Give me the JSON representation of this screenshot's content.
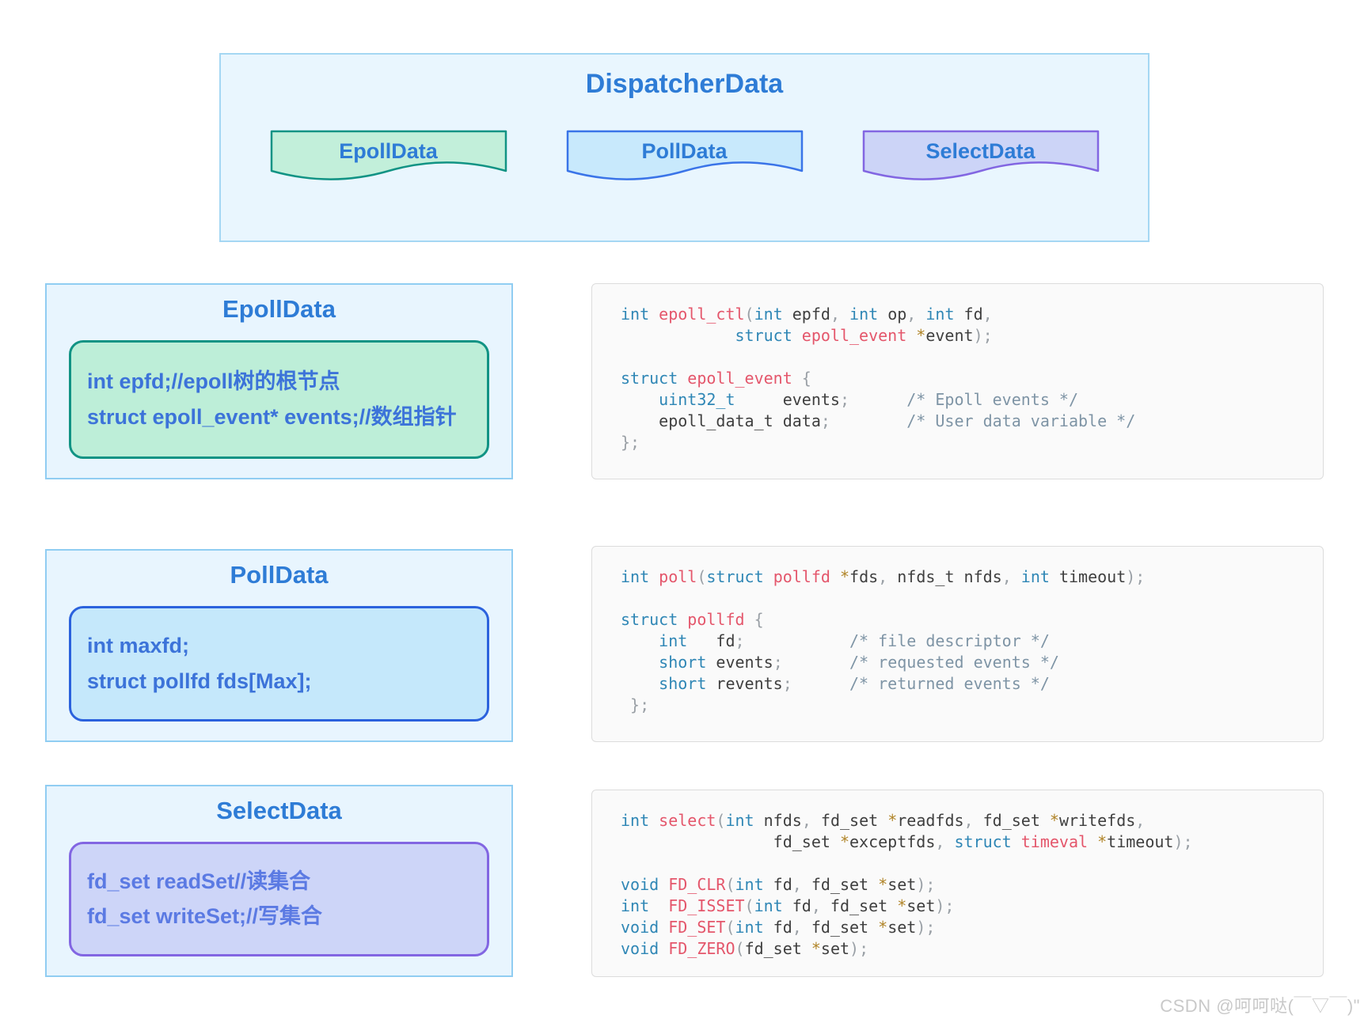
{
  "accent_color": "#2e7cd6",
  "dispatcher": {
    "title": "DispatcherData",
    "children": [
      {
        "label": "EpollData",
        "fill": "#c2efda",
        "border": "#119384"
      },
      {
        "label": "PollData",
        "fill": "#c8e9fc",
        "border": "#3a74e8"
      },
      {
        "label": "SelectData",
        "fill": "#ccd4f7",
        "border": "#8266e2"
      }
    ]
  },
  "sections": [
    {
      "title": "EpollData",
      "fields": [
        "int epfd;//epoll树的根节点",
        "struct epoll_event* events;//数组指针"
      ],
      "box": {
        "fill": "#bdeed8",
        "border": "#119384",
        "text_color": "#3c73d9"
      }
    },
    {
      "title": "PollData",
      "fields": [
        "int maxfd;",
        "struct pollfd fds[Max];"
      ],
      "box": {
        "fill": "#c5e8fb",
        "border": "#2b62dd",
        "text_color": "#3c73d9"
      }
    },
    {
      "title": "SelectData",
      "fields": [
        "fd_set readSet//读集合",
        "fd_set writeSet;//写集合"
      ],
      "box": {
        "fill": "#cdd5f8",
        "border": "#8266e2",
        "text_color": "#5b7ae3"
      }
    }
  ],
  "syntax_colors": {
    "kw": "#2e86b5",
    "fn": "#e4566b",
    "op": "#b08427",
    "pl": "#3f3f3f",
    "pu": "#9aa0a6",
    "cm": "#7e94a5"
  },
  "code_blocks": [
    {
      "id": "epoll",
      "lines": [
        [
          {
            "c": "kw",
            "t": "int"
          },
          {
            "c": "pl",
            "t": " "
          },
          {
            "c": "fn",
            "t": "epoll_ctl"
          },
          {
            "c": "pu",
            "t": "("
          },
          {
            "c": "kw",
            "t": "int"
          },
          {
            "c": "pl",
            "t": " epfd"
          },
          {
            "c": "pu",
            "t": ","
          },
          {
            "c": "pl",
            "t": " "
          },
          {
            "c": "kw",
            "t": "int"
          },
          {
            "c": "pl",
            "t": " op"
          },
          {
            "c": "pu",
            "t": ","
          },
          {
            "c": "pl",
            "t": " "
          },
          {
            "c": "kw",
            "t": "int"
          },
          {
            "c": "pl",
            "t": " fd"
          },
          {
            "c": "pu",
            "t": ","
          }
        ],
        [
          {
            "c": "pl",
            "t": "            "
          },
          {
            "c": "kw",
            "t": "struct"
          },
          {
            "c": "pl",
            "t": " "
          },
          {
            "c": "fn",
            "t": "epoll_event"
          },
          {
            "c": "pl",
            "t": " "
          },
          {
            "c": "op",
            "t": "*"
          },
          {
            "c": "pl",
            "t": "event"
          },
          {
            "c": "pu",
            "t": ");"
          }
        ],
        [],
        [
          {
            "c": "kw",
            "t": "struct"
          },
          {
            "c": "pl",
            "t": " "
          },
          {
            "c": "fn",
            "t": "epoll_event"
          },
          {
            "c": "pl",
            "t": " "
          },
          {
            "c": "pu",
            "t": "{"
          }
        ],
        [
          {
            "c": "pl",
            "t": "    "
          },
          {
            "c": "kw",
            "t": "uint32_t"
          },
          {
            "c": "pl",
            "t": "     events"
          },
          {
            "c": "pu",
            "t": ";"
          },
          {
            "c": "pl",
            "t": "      "
          },
          {
            "c": "cm",
            "t": "/* Epoll events */"
          }
        ],
        [
          {
            "c": "pl",
            "t": "    epoll_data_t data"
          },
          {
            "c": "pu",
            "t": ";"
          },
          {
            "c": "pl",
            "t": "        "
          },
          {
            "c": "cm",
            "t": "/* User data variable */"
          }
        ],
        [
          {
            "c": "pu",
            "t": "};"
          }
        ]
      ]
    },
    {
      "id": "poll",
      "lines": [
        [
          {
            "c": "kw",
            "t": "int"
          },
          {
            "c": "pl",
            "t": " "
          },
          {
            "c": "fn",
            "t": "poll"
          },
          {
            "c": "pu",
            "t": "("
          },
          {
            "c": "kw",
            "t": "struct"
          },
          {
            "c": "pl",
            "t": " "
          },
          {
            "c": "fn",
            "t": "pollfd"
          },
          {
            "c": "pl",
            "t": " "
          },
          {
            "c": "op",
            "t": "*"
          },
          {
            "c": "pl",
            "t": "fds"
          },
          {
            "c": "pu",
            "t": ","
          },
          {
            "c": "pl",
            "t": " nfds_t nfds"
          },
          {
            "c": "pu",
            "t": ","
          },
          {
            "c": "pl",
            "t": " "
          },
          {
            "c": "kw",
            "t": "int"
          },
          {
            "c": "pl",
            "t": " timeout"
          },
          {
            "c": "pu",
            "t": ");"
          }
        ],
        [],
        [
          {
            "c": "kw",
            "t": "struct"
          },
          {
            "c": "pl",
            "t": " "
          },
          {
            "c": "fn",
            "t": "pollfd"
          },
          {
            "c": "pl",
            "t": " "
          },
          {
            "c": "pu",
            "t": "{"
          }
        ],
        [
          {
            "c": "pl",
            "t": "    "
          },
          {
            "c": "kw",
            "t": "int"
          },
          {
            "c": "pl",
            "t": "   fd"
          },
          {
            "c": "pu",
            "t": ";"
          },
          {
            "c": "pl",
            "t": "           "
          },
          {
            "c": "cm",
            "t": "/* file descriptor */"
          }
        ],
        [
          {
            "c": "pl",
            "t": "    "
          },
          {
            "c": "kw",
            "t": "short"
          },
          {
            "c": "pl",
            "t": " events"
          },
          {
            "c": "pu",
            "t": ";"
          },
          {
            "c": "pl",
            "t": "       "
          },
          {
            "c": "cm",
            "t": "/* requested events */"
          }
        ],
        [
          {
            "c": "pl",
            "t": "    "
          },
          {
            "c": "kw",
            "t": "short"
          },
          {
            "c": "pl",
            "t": " revents"
          },
          {
            "c": "pu",
            "t": ";"
          },
          {
            "c": "pl",
            "t": "      "
          },
          {
            "c": "cm",
            "t": "/* returned events */"
          }
        ],
        [
          {
            "c": "pl",
            "t": " "
          },
          {
            "c": "pu",
            "t": "};"
          }
        ]
      ]
    },
    {
      "id": "select",
      "lines": [
        [
          {
            "c": "kw",
            "t": "int"
          },
          {
            "c": "pl",
            "t": " "
          },
          {
            "c": "fn",
            "t": "select"
          },
          {
            "c": "pu",
            "t": "("
          },
          {
            "c": "kw",
            "t": "int"
          },
          {
            "c": "pl",
            "t": " nfds"
          },
          {
            "c": "pu",
            "t": ","
          },
          {
            "c": "pl",
            "t": " fd_set "
          },
          {
            "c": "op",
            "t": "*"
          },
          {
            "c": "pl",
            "t": "readfds"
          },
          {
            "c": "pu",
            "t": ","
          },
          {
            "c": "pl",
            "t": " fd_set "
          },
          {
            "c": "op",
            "t": "*"
          },
          {
            "c": "pl",
            "t": "writefds"
          },
          {
            "c": "pu",
            "t": ","
          }
        ],
        [
          {
            "c": "pl",
            "t": "                fd_set "
          },
          {
            "c": "op",
            "t": "*"
          },
          {
            "c": "pl",
            "t": "exceptfds"
          },
          {
            "c": "pu",
            "t": ","
          },
          {
            "c": "pl",
            "t": " "
          },
          {
            "c": "kw",
            "t": "struct"
          },
          {
            "c": "pl",
            "t": " "
          },
          {
            "c": "fn",
            "t": "timeval"
          },
          {
            "c": "pl",
            "t": " "
          },
          {
            "c": "op",
            "t": "*"
          },
          {
            "c": "pl",
            "t": "timeout"
          },
          {
            "c": "pu",
            "t": ");"
          }
        ],
        [],
        [
          {
            "c": "kw",
            "t": "void"
          },
          {
            "c": "pl",
            "t": " "
          },
          {
            "c": "fn",
            "t": "FD_CLR"
          },
          {
            "c": "pu",
            "t": "("
          },
          {
            "c": "kw",
            "t": "int"
          },
          {
            "c": "pl",
            "t": " fd"
          },
          {
            "c": "pu",
            "t": ","
          },
          {
            "c": "pl",
            "t": " fd_set "
          },
          {
            "c": "op",
            "t": "*"
          },
          {
            "c": "pl",
            "t": "set"
          },
          {
            "c": "pu",
            "t": ");"
          }
        ],
        [
          {
            "c": "kw",
            "t": "int"
          },
          {
            "c": "pl",
            "t": "  "
          },
          {
            "c": "fn",
            "t": "FD_ISSET"
          },
          {
            "c": "pu",
            "t": "("
          },
          {
            "c": "kw",
            "t": "int"
          },
          {
            "c": "pl",
            "t": " fd"
          },
          {
            "c": "pu",
            "t": ","
          },
          {
            "c": "pl",
            "t": " fd_set "
          },
          {
            "c": "op",
            "t": "*"
          },
          {
            "c": "pl",
            "t": "set"
          },
          {
            "c": "pu",
            "t": ");"
          }
        ],
        [
          {
            "c": "kw",
            "t": "void"
          },
          {
            "c": "pl",
            "t": " "
          },
          {
            "c": "fn",
            "t": "FD_SET"
          },
          {
            "c": "pu",
            "t": "("
          },
          {
            "c": "kw",
            "t": "int"
          },
          {
            "c": "pl",
            "t": " fd"
          },
          {
            "c": "pu",
            "t": ","
          },
          {
            "c": "pl",
            "t": " fd_set "
          },
          {
            "c": "op",
            "t": "*"
          },
          {
            "c": "pl",
            "t": "set"
          },
          {
            "c": "pu",
            "t": ");"
          }
        ],
        [
          {
            "c": "kw",
            "t": "void"
          },
          {
            "c": "pl",
            "t": " "
          },
          {
            "c": "fn",
            "t": "FD_ZERO"
          },
          {
            "c": "pu",
            "t": "("
          },
          {
            "c": "pl",
            "t": "fd_set "
          },
          {
            "c": "op",
            "t": "*"
          },
          {
            "c": "pl",
            "t": "set"
          },
          {
            "c": "pu",
            "t": ");"
          }
        ]
      ]
    }
  ],
  "watermark": "CSDN @呵呵哒(￣▽￣)\""
}
